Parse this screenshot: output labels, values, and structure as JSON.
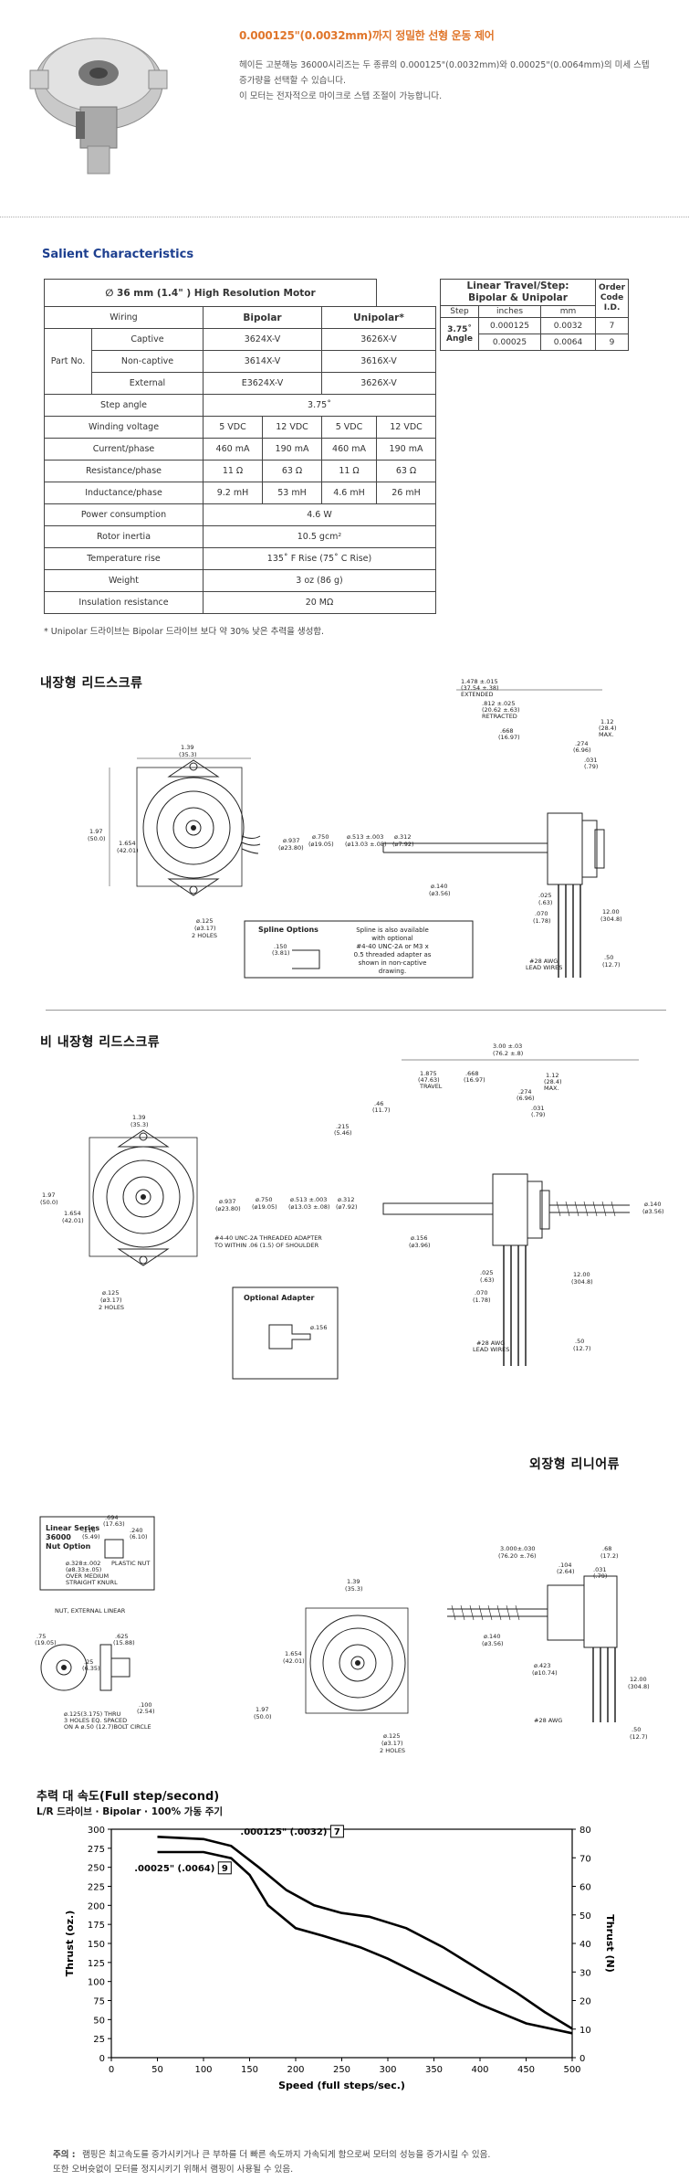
{
  "header": {
    "title": "0.000125\"(0.0032mm)까지 정밀한 선형 운동 제어",
    "line1": "헤이든 고분해능 36000시리즈는 두 종류의 0.000125\"(0.0032mm)와 0.00025\"(0.0064mm)의 미세 스텝",
    "line2": "증가량을 선택할 수 있습니다.",
    "line3": "이 모터는 전자적으로 마이크로 스텝 조절이 가능합니다."
  },
  "salient": {
    "title": "Salient Characteristics",
    "table_title": "∅  36 mm (1.4\" ) High Resolution Motor",
    "wiring": "Wiring",
    "bipolar": "Bipolar",
    "unipolar": "Unipolar",
    "unipolar_mark": "*",
    "partno": "Part No.",
    "rows_part": [
      {
        "label": "Captive",
        "bi": "3624X-V",
        "uni": "3626X-V"
      },
      {
        "label": "Non-captive",
        "bi": "3614X-V",
        "uni": "3616X-V"
      },
      {
        "label": "External",
        "bi": "E3624X-V",
        "uni": "3626X-V"
      }
    ],
    "step_angle": {
      "label": "Step angle",
      "value": "3.75˚"
    },
    "winding": {
      "label": "Winding voltage",
      "v": [
        "5 VDC",
        "12 VDC",
        "5 VDC",
        "12 VDC"
      ]
    },
    "current": {
      "label": "Current/phase",
      "v": [
        "460 mA",
        "190 mA",
        "460 mA",
        "190 mA"
      ]
    },
    "resistance": {
      "label": "Resistance/phase",
      "v": [
        "11 Ω",
        "63 Ω",
        "11 Ω",
        "63 Ω"
      ]
    },
    "inductance": {
      "label": "Inductance/phase",
      "v": [
        "9.2 mH",
        "53 mH",
        "4.6 mH",
        "26 mH"
      ]
    },
    "power": {
      "label": "Power consumption",
      "value": "4.6 W"
    },
    "rotor": {
      "label": "Rotor inertia",
      "value": "10.5 gcm²"
    },
    "temp": {
      "label": "Temperature rise",
      "value": "135˚ F Rise (75˚ C Rise)"
    },
    "weight": {
      "label": "Weight",
      "value": "3 oz (86 g)"
    },
    "insulation": {
      "label": "Insulation resistance",
      "value": "20 MΩ"
    },
    "note": "* Unipolar 드라이브는 Bipolar 드라이브 보다 약 30% 낮은 추력을 생성함."
  },
  "travel": {
    "title1": "Linear Travel/Step:",
    "title2": "Bipolar & Unipolar",
    "order1": "Order",
    "order2": "Code",
    "order3": "I.D.",
    "step": "Step",
    "inches": "inches",
    "mm": "mm",
    "angle": "3.75˚ Angle",
    "rows": [
      {
        "in": "0.000125",
        "mm": "0.0032",
        "id": "7"
      },
      {
        "in": "0.00025",
        "mm": "0.0064",
        "id": "9"
      }
    ]
  },
  "sections": {
    "captive": "내장형 리드스크류",
    "noncaptive": "비 내장형 리드스크류",
    "external": "외장형 리니어류"
  },
  "drawing1": {
    "spline_title": "Spline Options",
    "spline_note": [
      "Spline is also available",
      "with optional",
      "#4-40 UNC-2A or M3 x",
      "0.5 threaded adapter as",
      "shown in non-captive",
      "drawing."
    ],
    "d_139": "1.39",
    "d_353": "(35.3)",
    "d_197": "1.97",
    "d_500": "(50.0)",
    "d_1654": "1.654",
    "d_4201": "(42.01)",
    "d_125": "ø.125",
    "d_317": "(ø3.17)",
    "holes": "2 HOLES",
    "d_1478": "1.478 ±.015",
    "d_3754": "(37.54 ±.38)",
    "extended": "EXTENDED",
    "d_812": ".812 ±.025",
    "d_2062": "(20.62 ±.63)",
    "retracted": "RETRACTED",
    "d_668": ".668",
    "d_1697": "(16.97)",
    "d_112": "1.12",
    "d_284": "(28.4)",
    "max": "MAX.",
    "d_274": ".274",
    "d_696": "(6.96)",
    "d_031": ".031",
    "d_079": "(.79)",
    "d_937": "ø.937",
    "d_2380": "(ø23.80)",
    "d_750": "ø.750",
    "d_1905": "(ø19.05)",
    "d_513": "ø.513 ±.003",
    "d_1303": "(ø13.03 ±.08)",
    "d_312": "ø.312",
    "d_792": "(ø7.92)",
    "d_140": "ø.140",
    "d_356": "(ø3.56)",
    "d_025": ".025",
    "d_063": "(.63)",
    "d_070": ".070",
    "d_178": "(1.78)",
    "d_1200": "12.00",
    "d_3048": "(304.8)",
    "d_50": ".50",
    "d_127": "(12.7)",
    "awg": "#28 AWG",
    "lead": "LEAD WIRES",
    "d_150": ".150",
    "d_381": "(3.81)"
  },
  "drawing2": {
    "adapter_title": "Optional Adapter",
    "d_300": "3.00 ±.03",
    "d_762": "(76.2 ±.8)",
    "d_1875": "1.875",
    "d_4763": "(47.63)",
    "travel": "TRAVEL",
    "d_46": ".46",
    "d_117": "(11.7)",
    "d_215": ".215",
    "d_546": "(5.46)",
    "d_156": "ø.156",
    "d_396": "(ø3.96)",
    "thread": "#4-40 UNC-2A THREADED ADAPTER",
    "thread2": "TO WITHIN .06 (1.5) OF SHOULDER"
  },
  "drawing3": {
    "nut_title1": "Linear Series",
    "nut_title2": "36000",
    "nut_title3": "Nut Option",
    "nut_ext": "NUT, EXTERNAL LINEAR",
    "d_3000": "3.000±.030",
    "d_7620": "(76.20 ±.76)",
    "d_68": ".68",
    "d_172": "(17.2)",
    "d_104": ".104",
    "d_264": "(2.64)",
    "d_423": "ø.423",
    "d_1074": "(ø10.74)",
    "d_75": ".75",
    "d_1905": "(19.05)",
    "d_625": ".625",
    "d_1588": "(15.88)",
    "d_25": ".25",
    "d_635": "(6.35)",
    "d_100": ".100",
    "d_254": "(2.54)",
    "d_694": ".694",
    "d_1763": "(17.63)",
    "d_216": ".216",
    "d_549": "(5.49)",
    "d_240": ".240",
    "d_610": "(6.10)",
    "plastic": "PLASTIC NUT",
    "d_328": "ø.328±.002",
    "d_833": "(ø8.33±.05)",
    "medium": "OVER MEDIUM",
    "knurl": "STRAIGHT KNURL",
    "d_3holes": "ø.125(3.175) THRU",
    "d_3holes2": "3 HOLES EQ. SPACED",
    "d_3holes3": "ON A ø.50 (12.7)BOLT CIRCLE"
  },
  "chart_data": {
    "type": "line",
    "title": "추력 대 속도(Full step/second)",
    "subtitle": "L/R 드라이브 · Bipolar · 100% 가동 주기",
    "xlabel": "Speed (full steps/sec.)",
    "ylabel": "Thrust (oz.)",
    "ylabel_right": "Thrust (N)",
    "xlim": [
      0,
      500
    ],
    "ylim": [
      0,
      300
    ],
    "ylim_right": [
      0,
      80
    ],
    "x_ticks": [
      0,
      50,
      100,
      150,
      200,
      250,
      300,
      350,
      400,
      450,
      500
    ],
    "y_ticks": [
      0,
      25,
      50,
      75,
      100,
      125,
      150,
      175,
      200,
      225,
      250,
      275,
      300
    ],
    "y_ticks_right": [
      0,
      10,
      20,
      30,
      40,
      50,
      60,
      70,
      80
    ],
    "series": [
      {
        "name": ".000125\" (.0032)",
        "id": "7",
        "x": [
          50,
          100,
          130,
          160,
          190,
          220,
          250,
          280,
          320,
          360,
          400,
          440,
          470,
          500
        ],
        "y": [
          290,
          287,
          278,
          250,
          220,
          200,
          190,
          185,
          170,
          145,
          115,
          85,
          60,
          38
        ]
      },
      {
        "name": ".00025\" (.0064)",
        "id": "9",
        "x": [
          50,
          100,
          130,
          150,
          170,
          200,
          230,
          270,
          300,
          350,
          400,
          450,
          500
        ],
        "y": [
          270,
          270,
          262,
          240,
          200,
          170,
          160,
          145,
          130,
          100,
          70,
          45,
          32
        ]
      }
    ]
  },
  "footer": {
    "label": "주의 :",
    "line1": "램핑은 최고속도를 증가시키거나 큰 부하를 더 빠른 속도까지 가속되게 함으로써 모터의 성능을 증가시킬 수 있음.",
    "line2": "또한 오버슛없이 모터를 정지시키기 위해서 램핑이 사용될 수 있음."
  }
}
